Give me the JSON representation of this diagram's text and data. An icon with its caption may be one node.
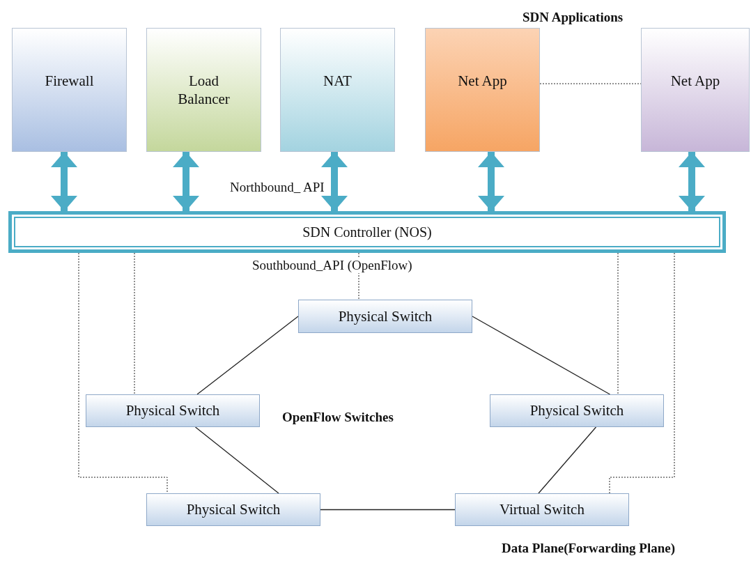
{
  "diagram": {
    "nodes": [
      {
        "text": [
          "Firewall"
        ]
      },
      {
        "text": [
          "Load Balancer"
        ]
      },
      {
        "text": [
          "NAT"
        ]
      },
      {
        "text": [
          "Net App"
        ]
      },
      {
        "text": [
          "Net App"
        ]
      },
      {
        "text": [
          "SDN Controller (NOS)"
        ]
      },
      {
        "text": [
          "Physical Switch"
        ]
      },
      {
        "text": [
          "Physical Switch"
        ]
      },
      {
        "text": [
          "Physical Switch"
        ]
      },
      {
        "text": [
          "Physical Switch"
        ]
      },
      {
        "text": [
          "Virtual Switch"
        ]
      }
    ],
    "edges": [
      {
        "from": 0,
        "to": 5,
        "arrow": "both",
        "style": "thick",
        "color": "#4bacc6"
      },
      {
        "from": 1,
        "to": 5,
        "arrow": "both",
        "style": "thick",
        "color": "#4bacc6"
      },
      {
        "from": 2,
        "to": 5,
        "arrow": "both",
        "style": "thick",
        "color": "#4bacc6"
      },
      {
        "from": 3,
        "to": 5,
        "arrow": "both",
        "style": "thick",
        "color": "#4bacc6"
      },
      {
        "from": 4,
        "to": 5,
        "arrow": "both",
        "style": "thick",
        "color": "#4bacc6"
      },
      {
        "from": 3,
        "to": 4,
        "arrow": "none",
        "style": "dashed"
      },
      {
        "from": 5,
        "to": 7,
        "arrow": "none",
        "style": "dashed"
      },
      {
        "from": 5,
        "to": 9,
        "arrow": "none",
        "style": "dashed"
      },
      {
        "from": 5,
        "to": 6,
        "arrow": "none",
        "style": "dashed"
      },
      {
        "from": 5,
        "to": 10,
        "arrow": "none",
        "style": "dashed"
      },
      {
        "from": 5,
        "to": 8,
        "arrow": "none",
        "style": "dashed"
      },
      {
        "from": 6,
        "to": 7,
        "arrow": "none"
      },
      {
        "from": 6,
        "to": 8,
        "arrow": "none"
      },
      {
        "from": 7,
        "to": 9,
        "arrow": "none"
      },
      {
        "from": 8,
        "to": 10,
        "arrow": "none"
      },
      {
        "from": 9,
        "to": 10,
        "arrow": "none"
      }
    ],
    "labels": [
      "SDN Applications",
      "Northbound_ API",
      "Southbound_API (OpenFlow)",
      "OpenFlow Switches",
      "Data Plane(Forwarding Plane)"
    ]
  }
}
